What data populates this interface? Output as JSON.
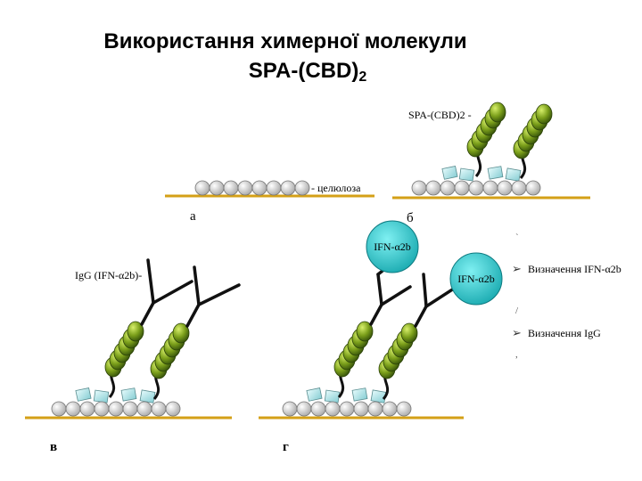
{
  "title": {
    "line1": "Використання химерної молекули",
    "line2_main": "SPA-(CBD)",
    "line2_sub": "2"
  },
  "labels": {
    "cellulose": "- целюлоза",
    "spa_cbd": "SPA-(CBD)2 -",
    "igg": "IgG (IFN-α2b)-",
    "ifn_1": "IFN-α2b",
    "ifn_2": "IFN-α2b",
    "detect_ifn": "Визначення IFN-α2b",
    "detect_igg": "Визначення IgG"
  },
  "panels": {
    "a": "а",
    "b": "б",
    "v": "в",
    "g": "г"
  },
  "colors": {
    "baseline": "#d4a017",
    "bead_fill": "#c8c8c8",
    "domain_fill": "#a8dde0",
    "helix_fill": "#7a9e1a",
    "ifn_fill": "#2ec4c9"
  }
}
